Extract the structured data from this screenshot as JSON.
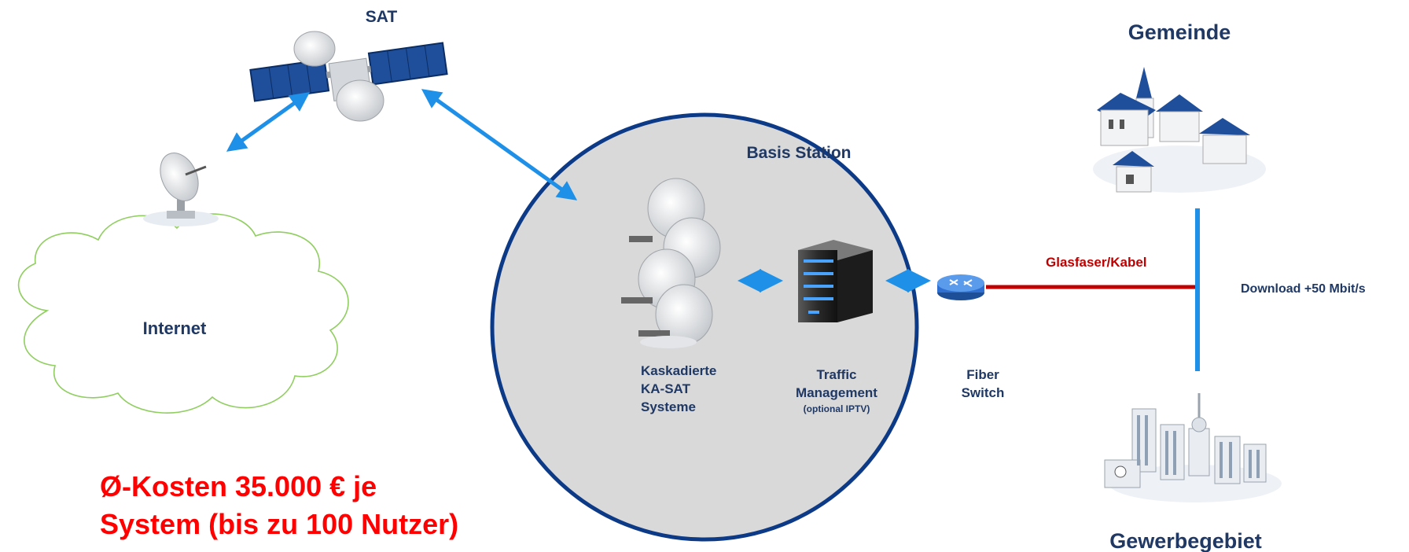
{
  "labels": {
    "sat": "SAT",
    "internet": "Internet",
    "basis_station": "Basis Station",
    "kaskadierte_line1": "Kaskadierte",
    "kaskadierte_line2": "KA-SAT",
    "kaskadierte_line3": "Systeme",
    "traffic_line1": "Traffic",
    "traffic_line2": "Management",
    "traffic_line3": "(optional IPTV)",
    "fiber_line1": "Fiber",
    "fiber_line2": "Switch",
    "glasfaser": "Glasfaser/Kabel",
    "download": "Download +50 Mbit/s",
    "gemeinde": "Gemeinde",
    "gewerbegebiet": "Gewerbegebiet",
    "cost_line1": "Ø-Kosten 35.000 € je",
    "cost_line2": "System (bis zu 100 Nutzer)"
  },
  "colors": {
    "arrow_blue": "#1e90e8",
    "circle_border": "#0d3a86",
    "circle_fill": "#d9d9d9",
    "fiber_red": "#c00000",
    "cost_red": "#ff0000",
    "cloud_green": "#8fce5f",
    "label_navy": "#1f3864",
    "glasfaser_red": "#c00000"
  },
  "icons": {
    "satellite": "satellite-icon",
    "dish": "satellite-dish-icon",
    "cloud": "internet-cloud-icon",
    "ka_sat_dishes": "ka-sat-dishes-icon",
    "server": "server-icon",
    "router": "router-icon",
    "village": "village-icon",
    "business_park": "business-park-icon"
  }
}
